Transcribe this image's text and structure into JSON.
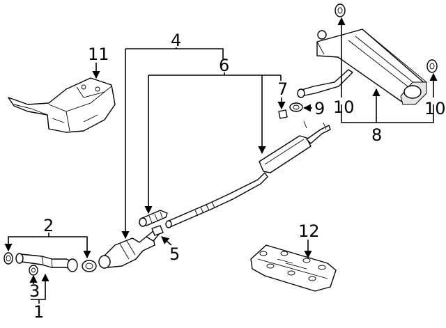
{
  "diagram": {
    "callouts": [
      {
        "id": "c1",
        "label": "1"
      },
      {
        "id": "c2",
        "label": "2"
      },
      {
        "id": "c3",
        "label": "3"
      },
      {
        "id": "c4",
        "label": "4"
      },
      {
        "id": "c5",
        "label": "5"
      },
      {
        "id": "c6",
        "label": "6"
      },
      {
        "id": "c7",
        "label": "7"
      },
      {
        "id": "c8",
        "label": "8"
      },
      {
        "id": "c9",
        "label": "9"
      },
      {
        "id": "c10a",
        "label": "10"
      },
      {
        "id": "c10b",
        "label": "10"
      },
      {
        "id": "c11",
        "label": "11"
      },
      {
        "id": "c12",
        "label": "12"
      }
    ]
  }
}
